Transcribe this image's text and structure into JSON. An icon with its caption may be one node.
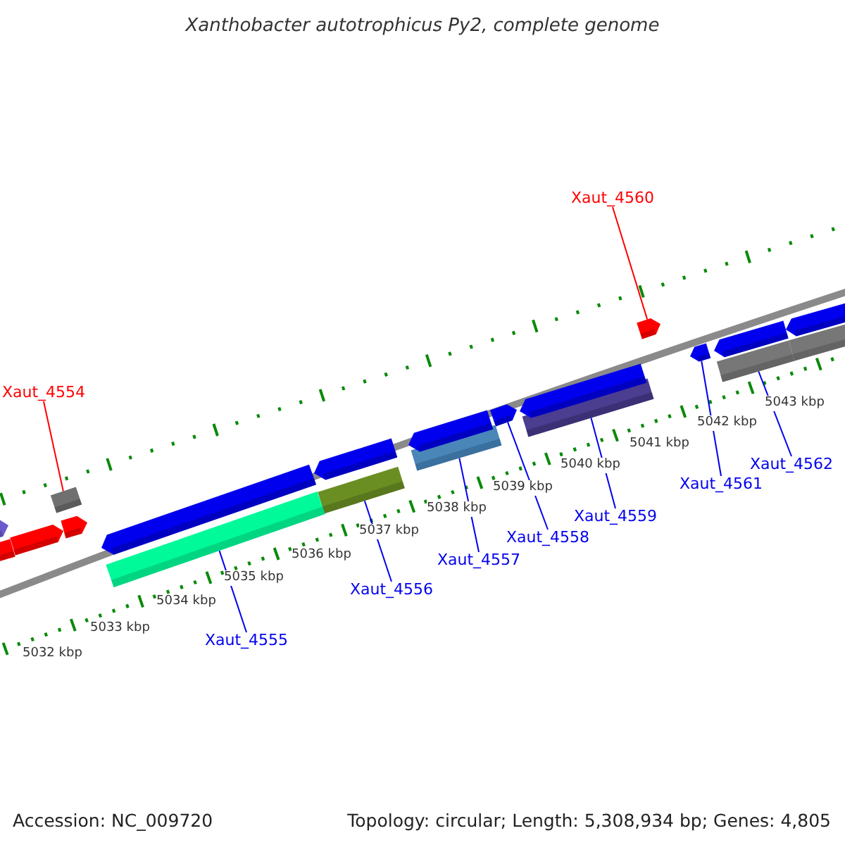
{
  "diagram": {
    "title": "Xanthobacter autotrophicus Py2, complete genome",
    "nodes": [
      {
        "text": [
          "Xaut_4560"
        ]
      },
      {
        "text": [
          "Xaut_4554"
        ]
      },
      {
        "text": [
          "Xaut_4562"
        ]
      },
      {
        "text": [
          "Xaut_4561"
        ]
      },
      {
        "text": [
          "Xaut_4559"
        ]
      },
      {
        "text": [
          "Xaut_4558"
        ]
      },
      {
        "text": [
          "Xaut_4557"
        ]
      },
      {
        "text": [
          "Xaut_4556"
        ]
      },
      {
        "text": [
          "Xaut_4555"
        ]
      },
      {
        "text": [],
        "shape": "pentagon"
      },
      {
        "text": [],
        "shape": "box"
      },
      {
        "text": [],
        "shape": "bar"
      },
      {
        "text": [],
        "shape": "pentagon"
      },
      {
        "text": [],
        "shape": "bar"
      },
      {
        "text": [],
        "shape": "pentagon"
      },
      {
        "text": [],
        "shape": "bar"
      },
      {
        "text": [],
        "shape": "bar"
      },
      {
        "text": [],
        "shape": "bar"
      },
      {
        "text": [],
        "shape": "pentagon"
      },
      {
        "text": [],
        "shape": "pentagon"
      },
      {
        "text": [],
        "shape": "pentagon"
      },
      {
        "text": [],
        "shape": "pentagon"
      },
      {
        "text": [],
        "shape": "pentagon"
      },
      {
        "text": [],
        "shape": "pentagon"
      },
      {
        "text": [],
        "shape": "bar"
      },
      {
        "text": [],
        "shape": "pentagon"
      },
      {
        "text": [],
        "shape": "pentagon"
      },
      {
        "text": [],
        "shape": "pentagon"
      },
      {
        "text": [],
        "shape": "pentagon"
      }
    ],
    "edges": [
      {
        "from": 0,
        "to": 9,
        "arrow": "none",
        "color": "#ff0000"
      },
      {
        "from": 1,
        "to": 10,
        "arrow": "none",
        "color": "#ff0000"
      },
      {
        "from": 2,
        "to": 11,
        "arrow": "none"
      },
      {
        "from": 3,
        "to": 12,
        "arrow": "none"
      },
      {
        "from": 4,
        "to": 13,
        "arrow": "none"
      },
      {
        "from": 5,
        "to": 14,
        "arrow": "none"
      },
      {
        "from": 6,
        "to": 15,
        "arrow": "none"
      },
      {
        "from": 7,
        "to": 16,
        "arrow": "none"
      },
      {
        "from": 8,
        "to": 17,
        "arrow": "none"
      }
    ],
    "labels": [
      "5043 kbp",
      "5042 kbp",
      "5041 kbp",
      "5040 kbp",
      "5039 kbp",
      "5038 kbp",
      "5037 kbp",
      "5036 kbp",
      "5035 kbp",
      "5034 kbp",
      "5033 kbp",
      "5032 kbp",
      "Accession: NC_009720",
      "Topology: circular; Length: 5,308,934 bp; Genes: 4,805"
    ]
  }
}
